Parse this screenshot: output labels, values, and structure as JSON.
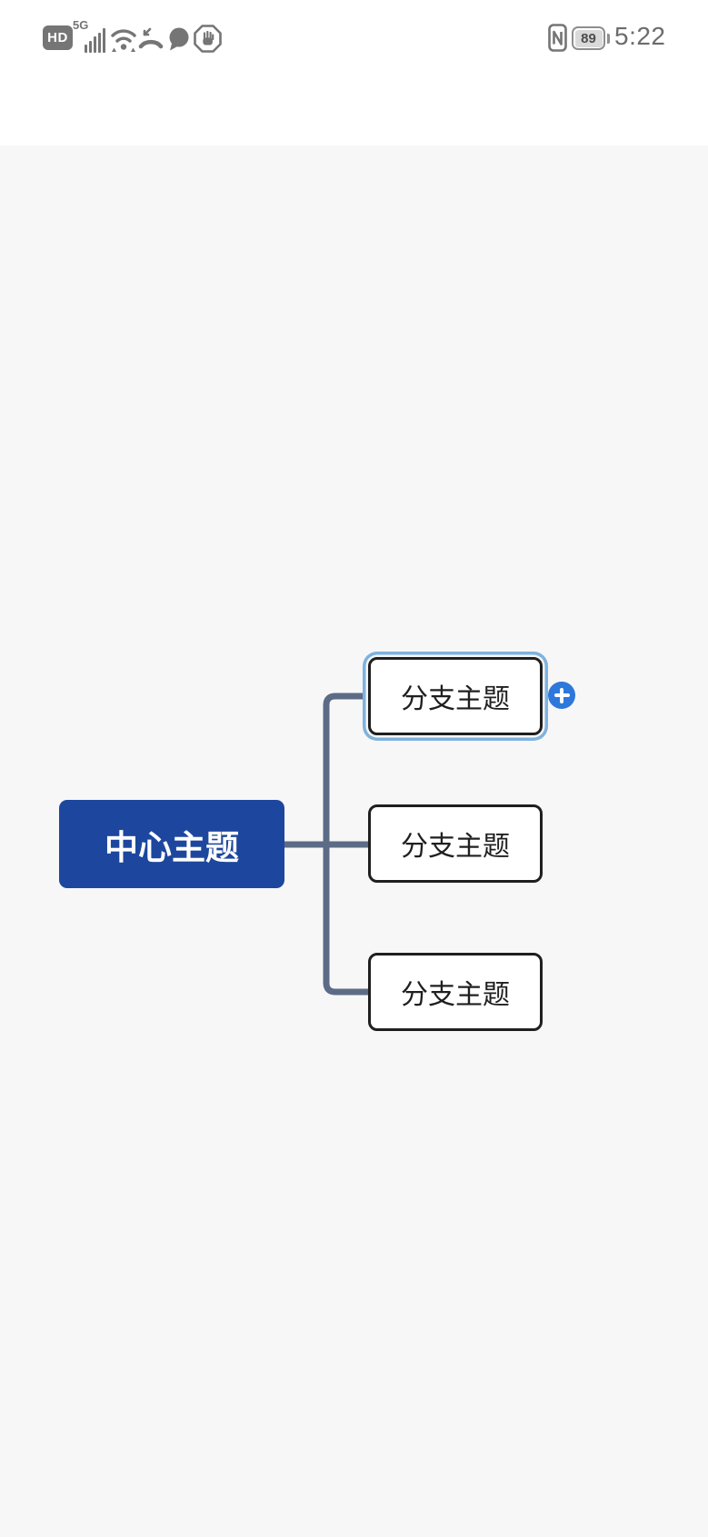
{
  "status_bar": {
    "hd_badge": "HD",
    "network": "5G",
    "battery_level": "89",
    "time": "5:22",
    "left_icons": [
      "hd-badge",
      "signal-bars",
      "wifi",
      "missed-call",
      "message-bubble",
      "do-not-disturb-hand"
    ],
    "right_icons": [
      "nfc",
      "battery"
    ]
  },
  "toolbar": {
    "buttons": [
      "back",
      "outline-view",
      "ai-wand",
      "add-topic",
      "more"
    ]
  },
  "mindmap": {
    "central_topic": {
      "label": "中心主题"
    },
    "branches": [
      {
        "label": "分支主题",
        "selected": true
      },
      {
        "label": "分支主题",
        "selected": false
      },
      {
        "label": "分支主题",
        "selected": false
      }
    ],
    "add_button": "plus"
  },
  "colors": {
    "central_topic_bg": "#1d479e",
    "central_topic_text": "#ffffff",
    "branch_border": "#1f1f1f",
    "branch_bg": "#ffffff",
    "connector": "#5c6b86",
    "selection_outline": "#7fb2de",
    "add_button": "#2e78dc",
    "canvas_bg": "#f7f7f8",
    "header_bg": "#ffffff",
    "status_icon": "#757575",
    "toolbar_icon": "#151515"
  }
}
